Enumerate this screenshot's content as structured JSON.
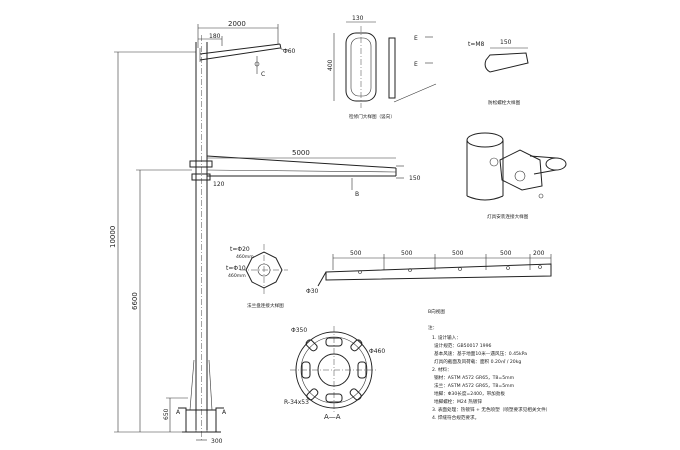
{
  "dimensions": {
    "top_span": "2000",
    "top_offset": "180",
    "top_angle_deg": "Φ60",
    "arm_span": "5000",
    "arm_offset": "120",
    "arm_drop": "150",
    "total_height": "10000",
    "arm_height": "6600",
    "base_height": "650",
    "base_width": "300",
    "slot_width": "130",
    "slot_height": "400",
    "bolt_tag": "t=M8",
    "bolt_len": "150"
  },
  "section_marks": {
    "a_left": "A",
    "a_right": "A",
    "b_label": "B",
    "c_label": "C"
  },
  "flange": {
    "outer_dia": "Φ350",
    "hole_dia": "Φ460",
    "slot_note": "R-34x53",
    "title": "A—A"
  },
  "arm_detail": {
    "spans": [
      "500",
      "500",
      "500",
      "500",
      "200"
    ],
    "end_dia": "Φ30",
    "title": "B向视图"
  },
  "octagon_detail": {
    "plate": "t=Φ20",
    "plate_spec": "460mm",
    "inner": "t=Φ10",
    "inner_spec": "460mm",
    "caption": "法兰盘连接大样图"
  },
  "captions": {
    "door": "检修门大样图（竖向）",
    "bolt": "防松螺栓大样图",
    "clamp": "灯具安装连接大样图"
  },
  "notes": {
    "heading": "注：",
    "lines": [
      "1. 设计输入：",
      "设计规范：GB50017 1996",
      "基本风速：基于地面10米—遇风压：0.45kPa",
      "灯具的截面及风荷载：面积 0.20㎡ / 20kg",
      "2. 材料：",
      "钢材：ASTM A572 GR65，T8=5mm",
      "法兰：ASTM A572 GR65，T8=5mm",
      "地脚：Φ30长度=2400，带加劲板",
      "地脚螺栓：M24 热镀锌",
      "3. 表面处理：热镀锌 + 无色喷塑（喷塑要求见相关文件）",
      "4. 焊缝符合规范要求。"
    ]
  }
}
